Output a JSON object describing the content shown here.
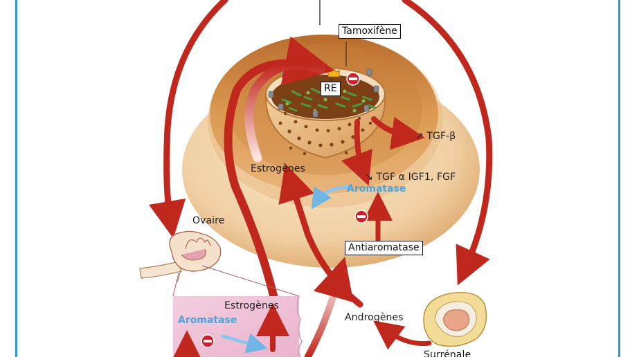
{
  "labels": {
    "tamoxifene": "Tamoxifène",
    "re": "RE",
    "tgf_beta": "↗ TGF-β",
    "estrogenes_top": "Estrogènes",
    "tgf_alpha": "↘ TGF α IGF1, FGF",
    "aromatase_top": "Aromatase",
    "ovaire": "Ovaire",
    "antiaromatase": "Antiaromatase",
    "estrogenes_bottom": "Estrogènes",
    "aromatase_bottom": "Aromatase",
    "androgenes": "Androgènes",
    "surrenale": "Surrénale"
  },
  "colors": {
    "frame": "#2f97d4",
    "arrow": "#c0281e",
    "aromatase_text": "#4ba3de",
    "cell_outer": "#f1d0a4",
    "cell_inner": "#d9974d",
    "nucleus_dna": "#4f9a3c",
    "inhibitor": "#d21f27"
  },
  "icons": [
    "inhibitor-minus-icon",
    "receptor-icon"
  ]
}
